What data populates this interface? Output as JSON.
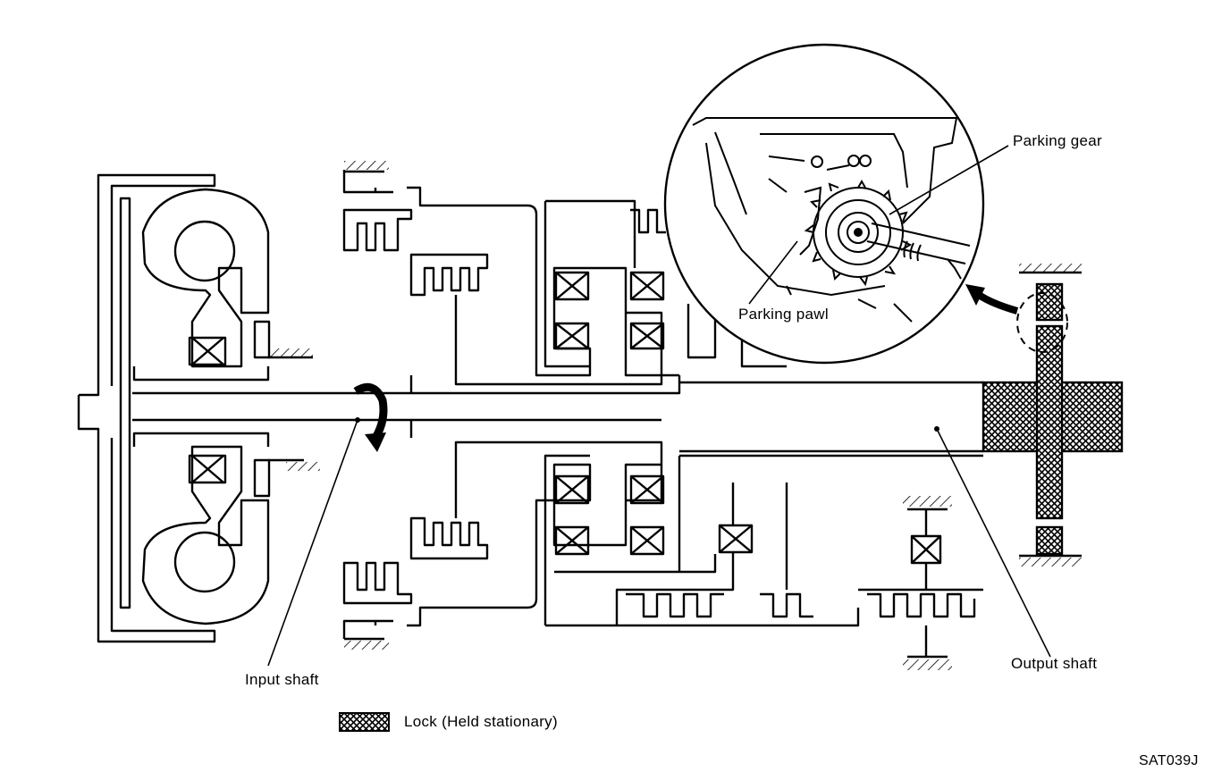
{
  "labels": {
    "input_shaft": "Input shaft",
    "output_shaft": "Output shaft",
    "parking_gear": "Parking gear",
    "parking_pawl": "Parking pawl"
  },
  "legend": {
    "lock": "Lock (Held stationary)"
  },
  "figure_code": "SAT039J",
  "colors": {
    "line": "#000000",
    "background": "#ffffff"
  }
}
